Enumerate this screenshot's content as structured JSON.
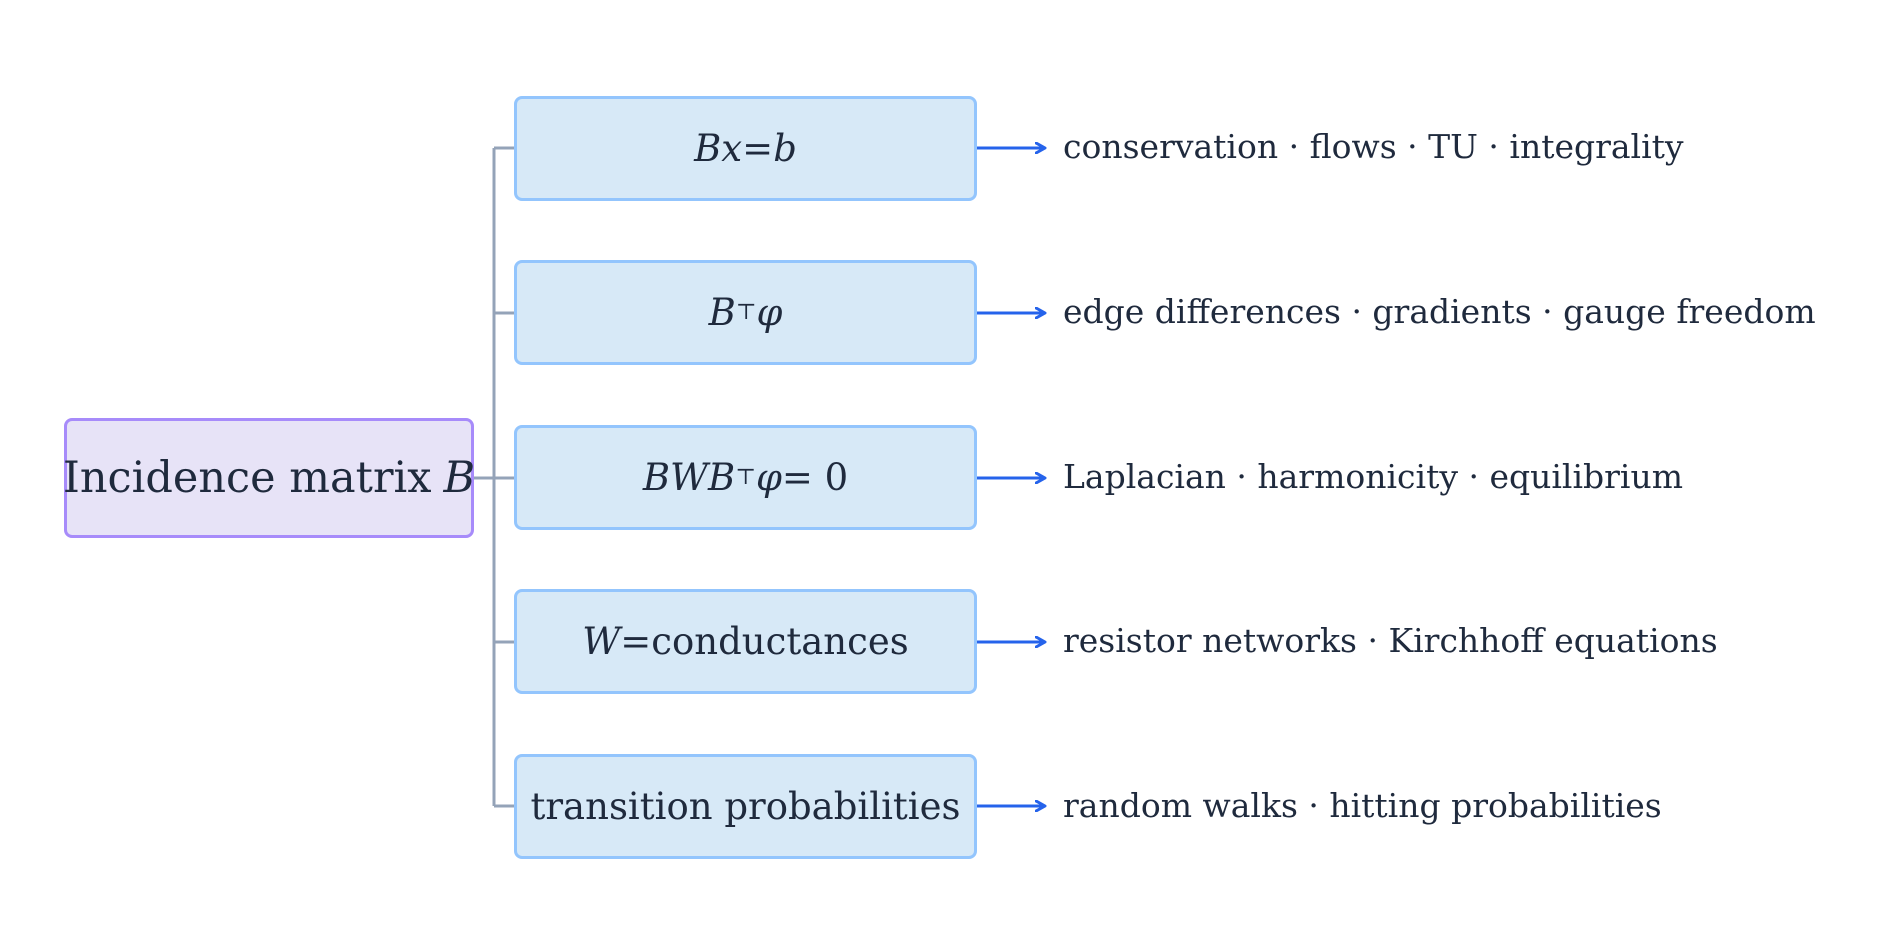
{
  "root": {
    "label": "Incidence matrix",
    "symbol": "B"
  },
  "branches": [
    {
      "formula": {
        "a": "Bx",
        "eq": " = ",
        "b": "b"
      },
      "description": "conservation · flows · TU · integrality"
    },
    {
      "formula": {
        "a": "B",
        "sup": "⊤",
        "b": "φ"
      },
      "description": "edge differences · gradients · gauge freedom"
    },
    {
      "formula": {
        "a": "BWB",
        "sup": "⊤",
        "b": "φ",
        "eq": " = 0"
      },
      "description": "Laplacian · harmonicity · equilibrium"
    },
    {
      "formula": {
        "a": "W",
        "eq": " = ",
        "b": "conductances"
      },
      "description": "resistor networks · Kirchhoff equations"
    },
    {
      "formula": {
        "b": "transition probabilities"
      },
      "description": "random walks · hitting probabilities"
    }
  ],
  "colors": {
    "root_fill": "#e7e3f7",
    "root_border": "#a78bfa",
    "box_fill": "#d7e9f7",
    "box_border": "#93c5fd",
    "connector": "#94a3b8",
    "arrow": "#2563eb",
    "text": "#1f2a3d"
  }
}
